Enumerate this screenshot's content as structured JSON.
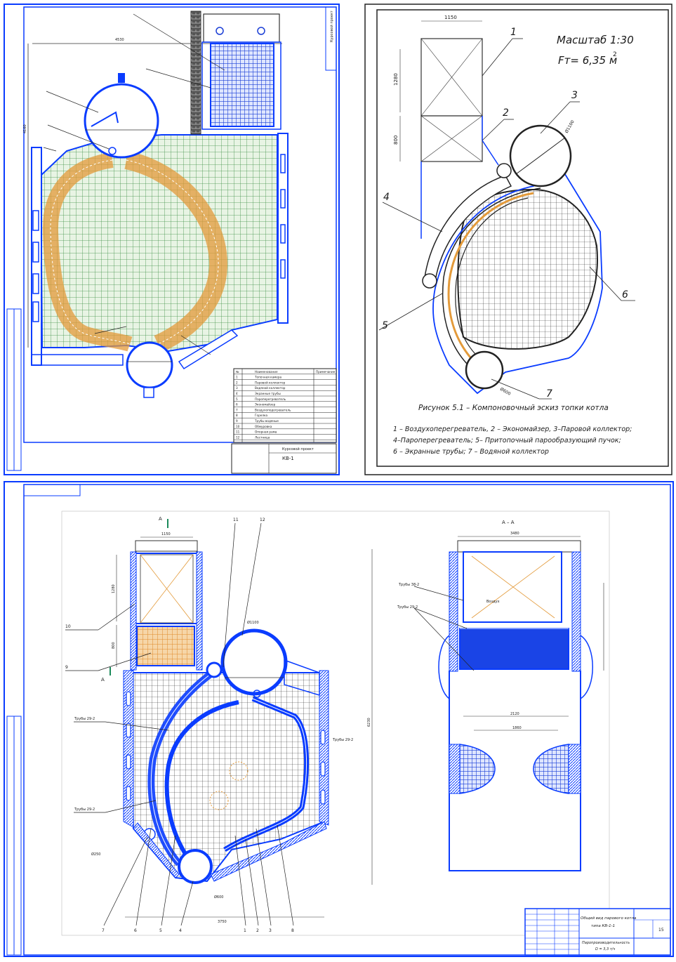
{
  "sheet1": {
    "side_stamp": "Курсовой проект",
    "title_cell": "Курсовой проект",
    "code": "КВ-1",
    "dim_width": "4530",
    "dim_height": "4160",
    "parts_table": {
      "headers": [
        "№",
        "Наименование",
        "Примечание"
      ],
      "rows": [
        [
          "1",
          "Топочная камера",
          ""
        ],
        [
          "2",
          "Паровой коллектор",
          ""
        ],
        [
          "3",
          "Водяной коллектор",
          ""
        ],
        [
          "4",
          "Экранные трубы",
          ""
        ],
        [
          "5",
          "Пароперегреватель",
          ""
        ],
        [
          "6",
          "Экономайзер",
          ""
        ],
        [
          "7",
          "Воздухоподогреватель",
          ""
        ],
        [
          "8",
          "Горелка",
          ""
        ],
        [
          "9",
          "Трубы водяные",
          ""
        ],
        [
          "10",
          "Обмуровка",
          ""
        ],
        [
          "11",
          "Опорная рама",
          ""
        ],
        [
          "12",
          "Лестница",
          ""
        ]
      ]
    }
  },
  "sheet2": {
    "scale": "Масштаб 1:30",
    "area": "Fт= 6,35 м",
    "area_sup": "2",
    "caption": "Рисунок 5.1 – Компоновочный эскиз топки котла",
    "legend": [
      "1 – Воздухоперегреватель, 2 – Экономайзер, 3–Паровой коллектор;",
      "4–Пароперегреватель; 5– Притопочный парообразующий пучок;",
      "6 – Экранные трубы; 7 – Водяной коллектор"
    ],
    "dims": {
      "top": "1150",
      "h1": "1280",
      "h2": "800",
      "d_drum": "Ø1100",
      "d_lower": "Ø600"
    },
    "callouts": [
      "1",
      "2",
      "3",
      "4",
      "5",
      "6",
      "7"
    ]
  },
  "sheet3": {
    "section_mark": "А",
    "section_title": "А – А",
    "dims": {
      "top": "1150",
      "h1": "1280",
      "h2": "800",
      "width": "3750",
      "height": "6230",
      "d_drum": "Ø1100",
      "d_lower": "Ø600",
      "d_small": "Ø250",
      "right_width": "3480",
      "inner_a": "2120",
      "inner_b": "1860"
    },
    "left_labels": [
      "Трубы 29-2",
      "Трубы 29-2",
      "Трубы 29-2"
    ],
    "right_labels": [
      "Трубы 38-2",
      "Трубы 29-2"
    ],
    "inner_label": "Воздух",
    "callouts_top": [
      "11",
      "12"
    ],
    "callouts_left": [
      "10",
      "9"
    ],
    "callouts_bottom": [
      "7",
      "6",
      "5",
      "4",
      "1",
      "2",
      "3",
      "8"
    ],
    "title_block": {
      "line1": "Общий вид парового котла",
      "line2": "типа КВ-1-1",
      "line3": "Паропроизводительность",
      "line4": "D = 3,3 т/ч",
      "sheet": "15"
    }
  },
  "colors": {
    "line": "#0a3cff",
    "grid_green": "#4a9a4a",
    "orange": "#e39a3a",
    "dark": "#1a1a1a"
  }
}
